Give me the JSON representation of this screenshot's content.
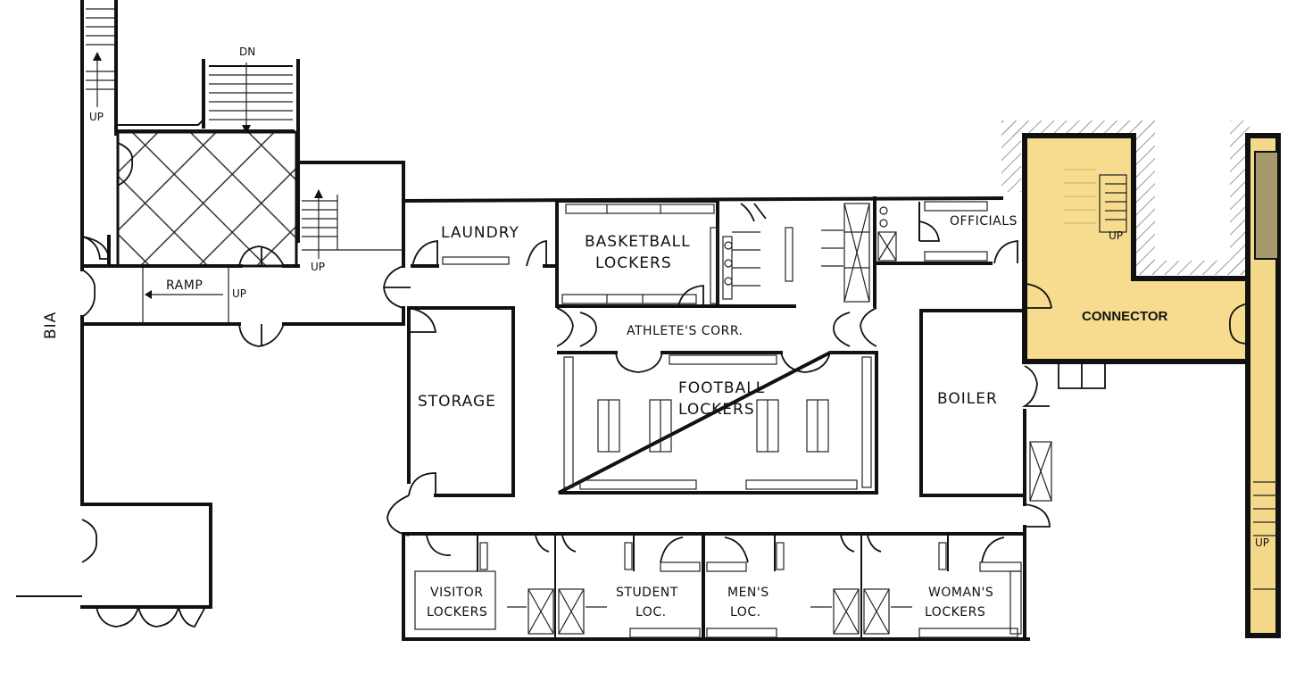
{
  "labels": {
    "dn": "DN",
    "up_left": "UP",
    "up_ramp": "UP",
    "up_stair": "UP",
    "ramp": "RAMP",
    "bia": "BIA",
    "laundry": "LAUNDRY",
    "basketball_1": "BASKETBALL",
    "basketball_2": "LOCKERS",
    "officials": "OFFICIALS",
    "athletes_corr": "ATHLETE'S CORR.",
    "storage": "STORAGE",
    "football_1": "FOOTBALL",
    "football_2": "LOCKERS",
    "boiler": "BOILER",
    "connector": "CONNECTOR",
    "visitor_1": "VISITOR",
    "visitor_2": "LOCKERS",
    "student_1": "STUDENT",
    "student_2": "LOC.",
    "mens_1": "MEN'S",
    "mens_2": "LOC.",
    "womans_1": "WOMAN'S",
    "womans_2": "LOCKERS",
    "up_connector": "UP",
    "up_connector_2": "UP"
  },
  "colors": {
    "connector_fill": "#f7dc8f",
    "right_building_fill": "#f5d98a",
    "hatch": "#9a9a9a",
    "line": "#111111"
  }
}
